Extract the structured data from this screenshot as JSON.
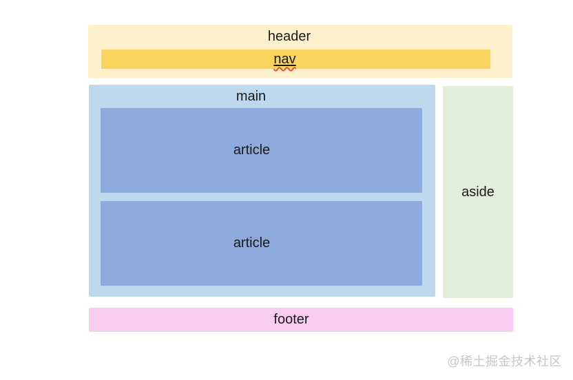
{
  "page": {
    "background_color": "#ffffff",
    "watermark": "@稀土掘金技术社区"
  },
  "colors": {
    "header_bg": "#fdf0cb",
    "nav_bg": "#f8d35e",
    "main_bg": "#bed8ee",
    "article_bg": "#8ea9db",
    "aside_bg": "#e3eeda",
    "footer_bg": "#f9cdee",
    "label_text": "#1a1a1a",
    "nav_underline": "#1a1a1a",
    "nav_squiggle": "#e8502e",
    "watermark_text": "#c6c6c6"
  },
  "sections": {
    "header": {
      "label": "header"
    },
    "nav": {
      "label": "nav"
    },
    "main": {
      "label": "main"
    },
    "articles": [
      {
        "label": "article"
      },
      {
        "label": "article"
      }
    ],
    "aside": {
      "label": "aside"
    },
    "footer": {
      "label": "footer"
    }
  }
}
